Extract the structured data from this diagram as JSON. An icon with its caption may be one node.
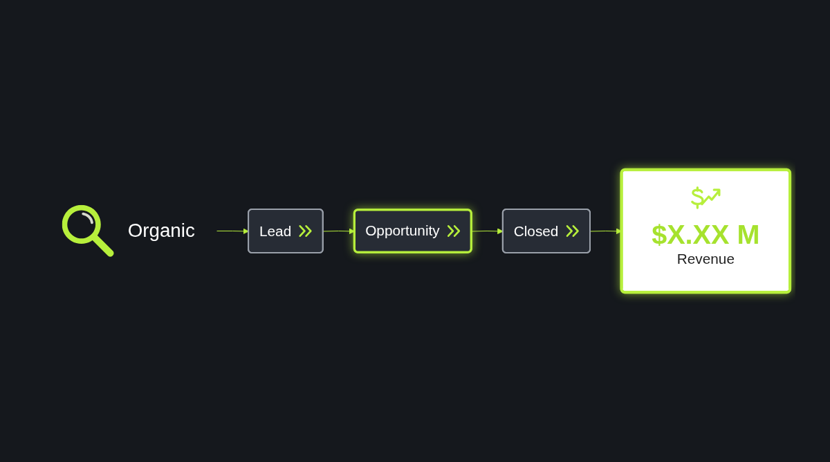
{
  "diagram": {
    "nodes": [
      {
        "text": [
          "Organic"
        ]
      },
      {
        "text": [
          "Lead"
        ]
      },
      {
        "text": [
          "Opportunity"
        ]
      },
      {
        "text": [
          "Closed"
        ]
      },
      {
        "text": [
          "$X.XX M",
          "Revenue"
        ]
      }
    ],
    "edges": [
      {
        "from": 0,
        "to": 1,
        "arrow": "to"
      },
      {
        "from": 1,
        "to": 2,
        "arrow": "to"
      },
      {
        "from": 2,
        "to": 3,
        "arrow": "to"
      },
      {
        "from": 3,
        "to": 4,
        "arrow": "to"
      }
    ]
  }
}
